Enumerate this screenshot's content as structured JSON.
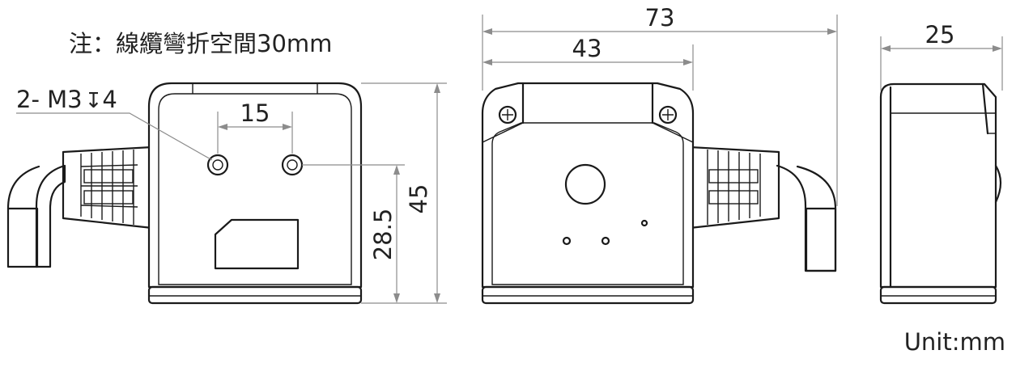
{
  "note": "注：線纜彎折空間30mm",
  "hole_callout": "2- M3",
  "hole_depth_symbol": "↧",
  "hole_depth": "4",
  "dims": {
    "hole_spacing": "15",
    "hole_height": "28.5",
    "front_height": "45",
    "total_width": "73",
    "body_width": "43",
    "side_depth": "25"
  },
  "unit_label": "Unit:mm",
  "colors": {
    "outline": "#1a1a1a",
    "dimension": "#8c8c8c",
    "text": "#222222"
  }
}
